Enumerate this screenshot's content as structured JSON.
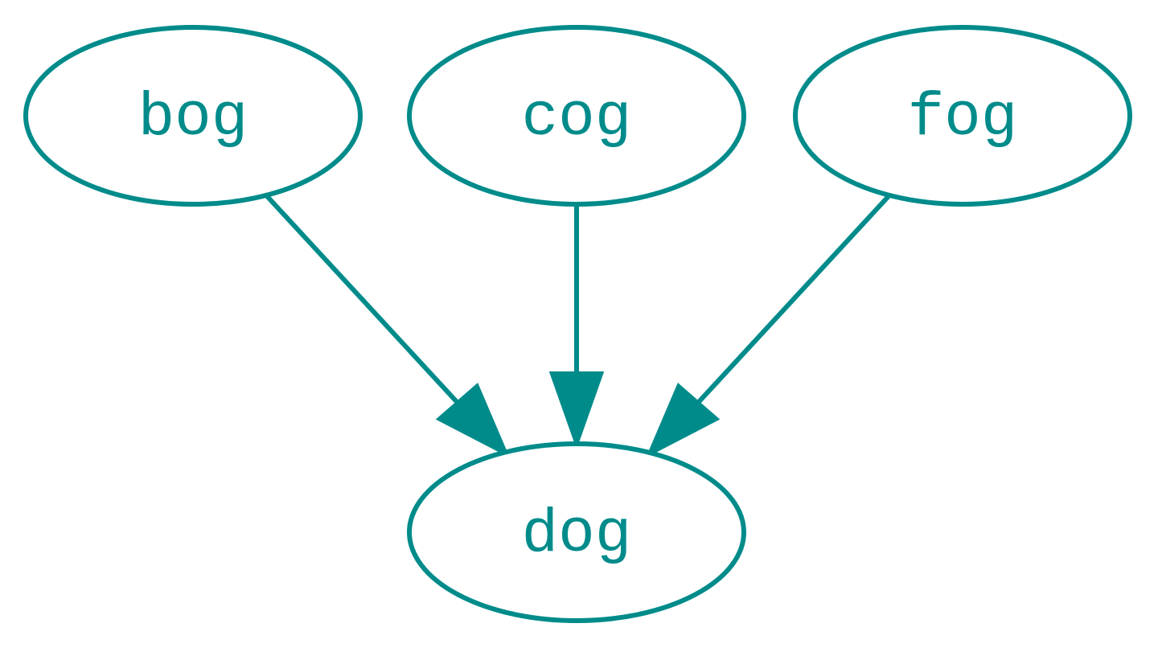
{
  "graph": {
    "color": "#008b8b",
    "nodes": [
      {
        "id": "bog",
        "label": "bog"
      },
      {
        "id": "cog",
        "label": "cog"
      },
      {
        "id": "fog",
        "label": "fog"
      },
      {
        "id": "dog",
        "label": "dog"
      }
    ],
    "edges": [
      {
        "from": "bog",
        "to": "dog"
      },
      {
        "from": "cog",
        "to": "dog"
      },
      {
        "from": "fog",
        "to": "dog"
      }
    ]
  }
}
